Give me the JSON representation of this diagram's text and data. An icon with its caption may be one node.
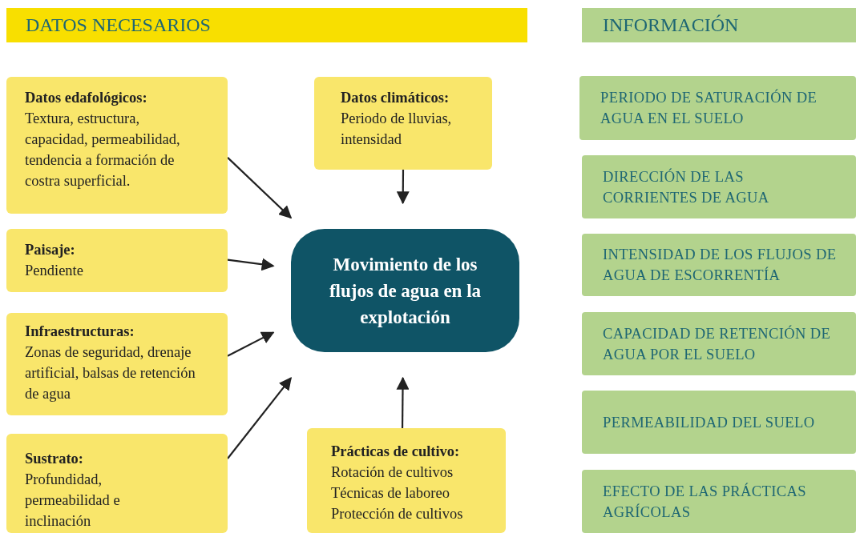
{
  "diagram": {
    "nodes": [
      {
        "text": [
          "DATOS NECESARIOS"
        ]
      },
      {
        "text": [
          "INFORMACIÓN"
        ]
      },
      {
        "text": [
          "Datos edafológicos:",
          "Textura, estructura, capacidad, permeabilidad, tendencia a formación de costra superficial."
        ]
      },
      {
        "text": [
          "Datos climáticos:",
          "Periodo de lluvias, intensidad"
        ]
      },
      {
        "text": [
          "Paisaje:",
          "Pendiente"
        ]
      },
      {
        "text": [
          "Movimiento de los flujos de agua en la explotación"
        ]
      },
      {
        "text": [
          "Infraestructuras:",
          "Zonas de seguridad, drenaje artificial, balsas de retención de agua"
        ]
      },
      {
        "text": [
          "Sustrato:",
          "Profundidad, permeabilidad e inclinación"
        ]
      },
      {
        "text": [
          "Prácticas de cultivo:",
          "Rotación de cultivos",
          "Técnicas de laboreo",
          "Protección de cultivos"
        ]
      },
      {
        "text": [
          "PERIODO DE SATURACIÓN DE AGUA EN EL SUELO"
        ]
      },
      {
        "text": [
          "DIRECCIÓN DE LAS CORRIENTES DE AGUA"
        ]
      },
      {
        "text": [
          "INTENSIDAD DE LOS FLUJOS DE AGUA DE ESCORRENTÍA"
        ]
      },
      {
        "text": [
          "CAPACIDAD DE RETENCIÓN DE AGUA POR EL SUELO"
        ]
      },
      {
        "text": [
          "PERMEABILIDAD DEL SUELO"
        ]
      },
      {
        "text": [
          "EFECTO DE LAS PRÁCTICAS AGRÍCOLAS"
        ]
      }
    ],
    "edges": [
      {
        "from": 2,
        "to": 5,
        "arrow": "to"
      },
      {
        "from": 3,
        "to": 5,
        "arrow": "to"
      },
      {
        "from": 4,
        "to": 5,
        "arrow": "to"
      },
      {
        "from": 6,
        "to": 5,
        "arrow": "to"
      },
      {
        "from": 7,
        "to": 5,
        "arrow": "to"
      },
      {
        "from": 8,
        "to": 5,
        "arrow": "to"
      }
    ]
  }
}
